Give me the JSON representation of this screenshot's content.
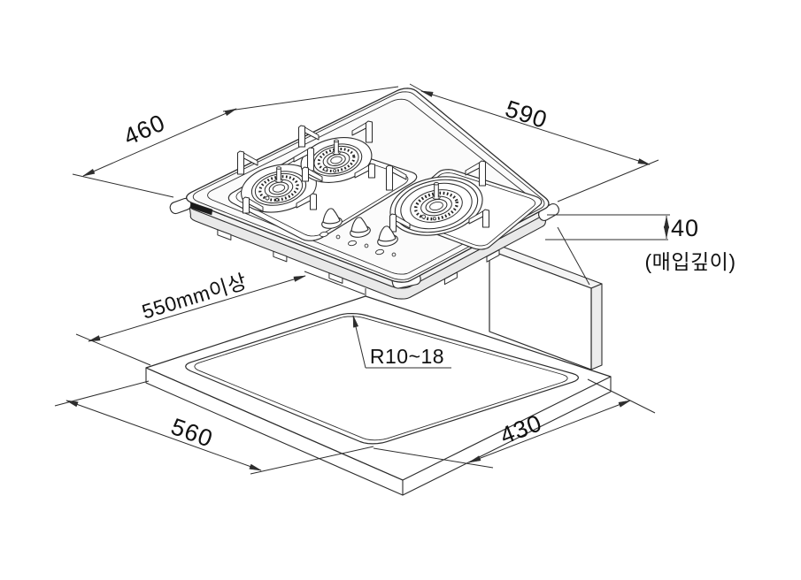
{
  "page": {
    "background": "#ffffff",
    "line_color": "#2d2d2d",
    "text_color": "#111111"
  },
  "diagram": {
    "description": "Installation dimension drawing of a 3-burner built-in gas cooktop above a countertop cut-out",
    "labels": {
      "depth": "460",
      "width": "590",
      "recess_depth": "40",
      "recess_depth_note": "(매입깊이)",
      "clearance": "550mm이상",
      "corner_radius": "R10~18",
      "cutout_width": "560",
      "cutout_depth": "430"
    }
  }
}
